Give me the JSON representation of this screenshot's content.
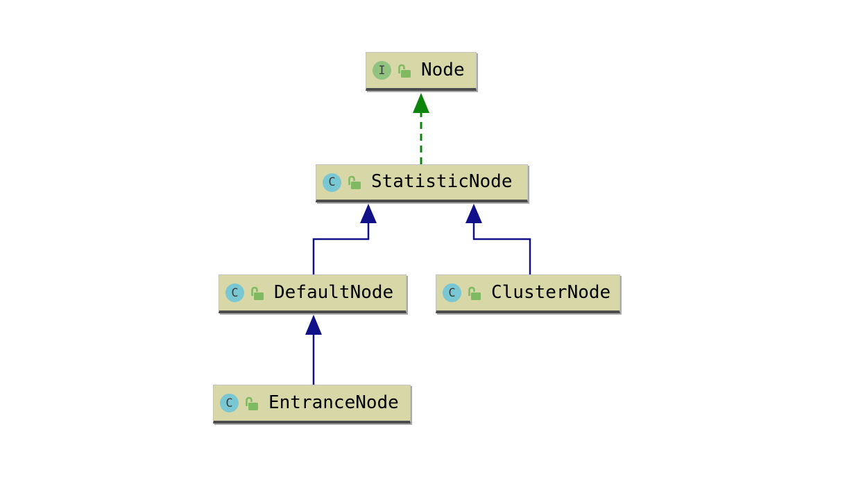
{
  "diagram": {
    "icons": {
      "interface_letter": "I",
      "class_letter": "C",
      "lock_meaning": "public"
    },
    "colors": {
      "node_fill": "#d7d7a8",
      "node_border": "#c3c3c3",
      "node_underline": "#4c4c4c",
      "interface_badge": "#90c37f",
      "class_badge": "#79c7d2",
      "lock_icon": "#7fba62",
      "implements_edge": "#0d850d",
      "extends_edge": "#101088"
    },
    "nodes": [
      {
        "label": "Node",
        "kind": "interface",
        "visibility": "public"
      },
      {
        "label": "StatisticNode",
        "kind": "class",
        "visibility": "public"
      },
      {
        "label": "DefaultNode",
        "kind": "class",
        "visibility": "public"
      },
      {
        "label": "ClusterNode",
        "kind": "class",
        "visibility": "public"
      },
      {
        "label": "EntranceNode",
        "kind": "class",
        "visibility": "public"
      }
    ],
    "edges": [
      {
        "from": "StatisticNode",
        "to": "Node",
        "type": "implements"
      },
      {
        "from": "DefaultNode",
        "to": "StatisticNode",
        "type": "extends"
      },
      {
        "from": "ClusterNode",
        "to": "StatisticNode",
        "type": "extends"
      },
      {
        "from": "EntranceNode",
        "to": "DefaultNode",
        "type": "extends"
      }
    ]
  }
}
